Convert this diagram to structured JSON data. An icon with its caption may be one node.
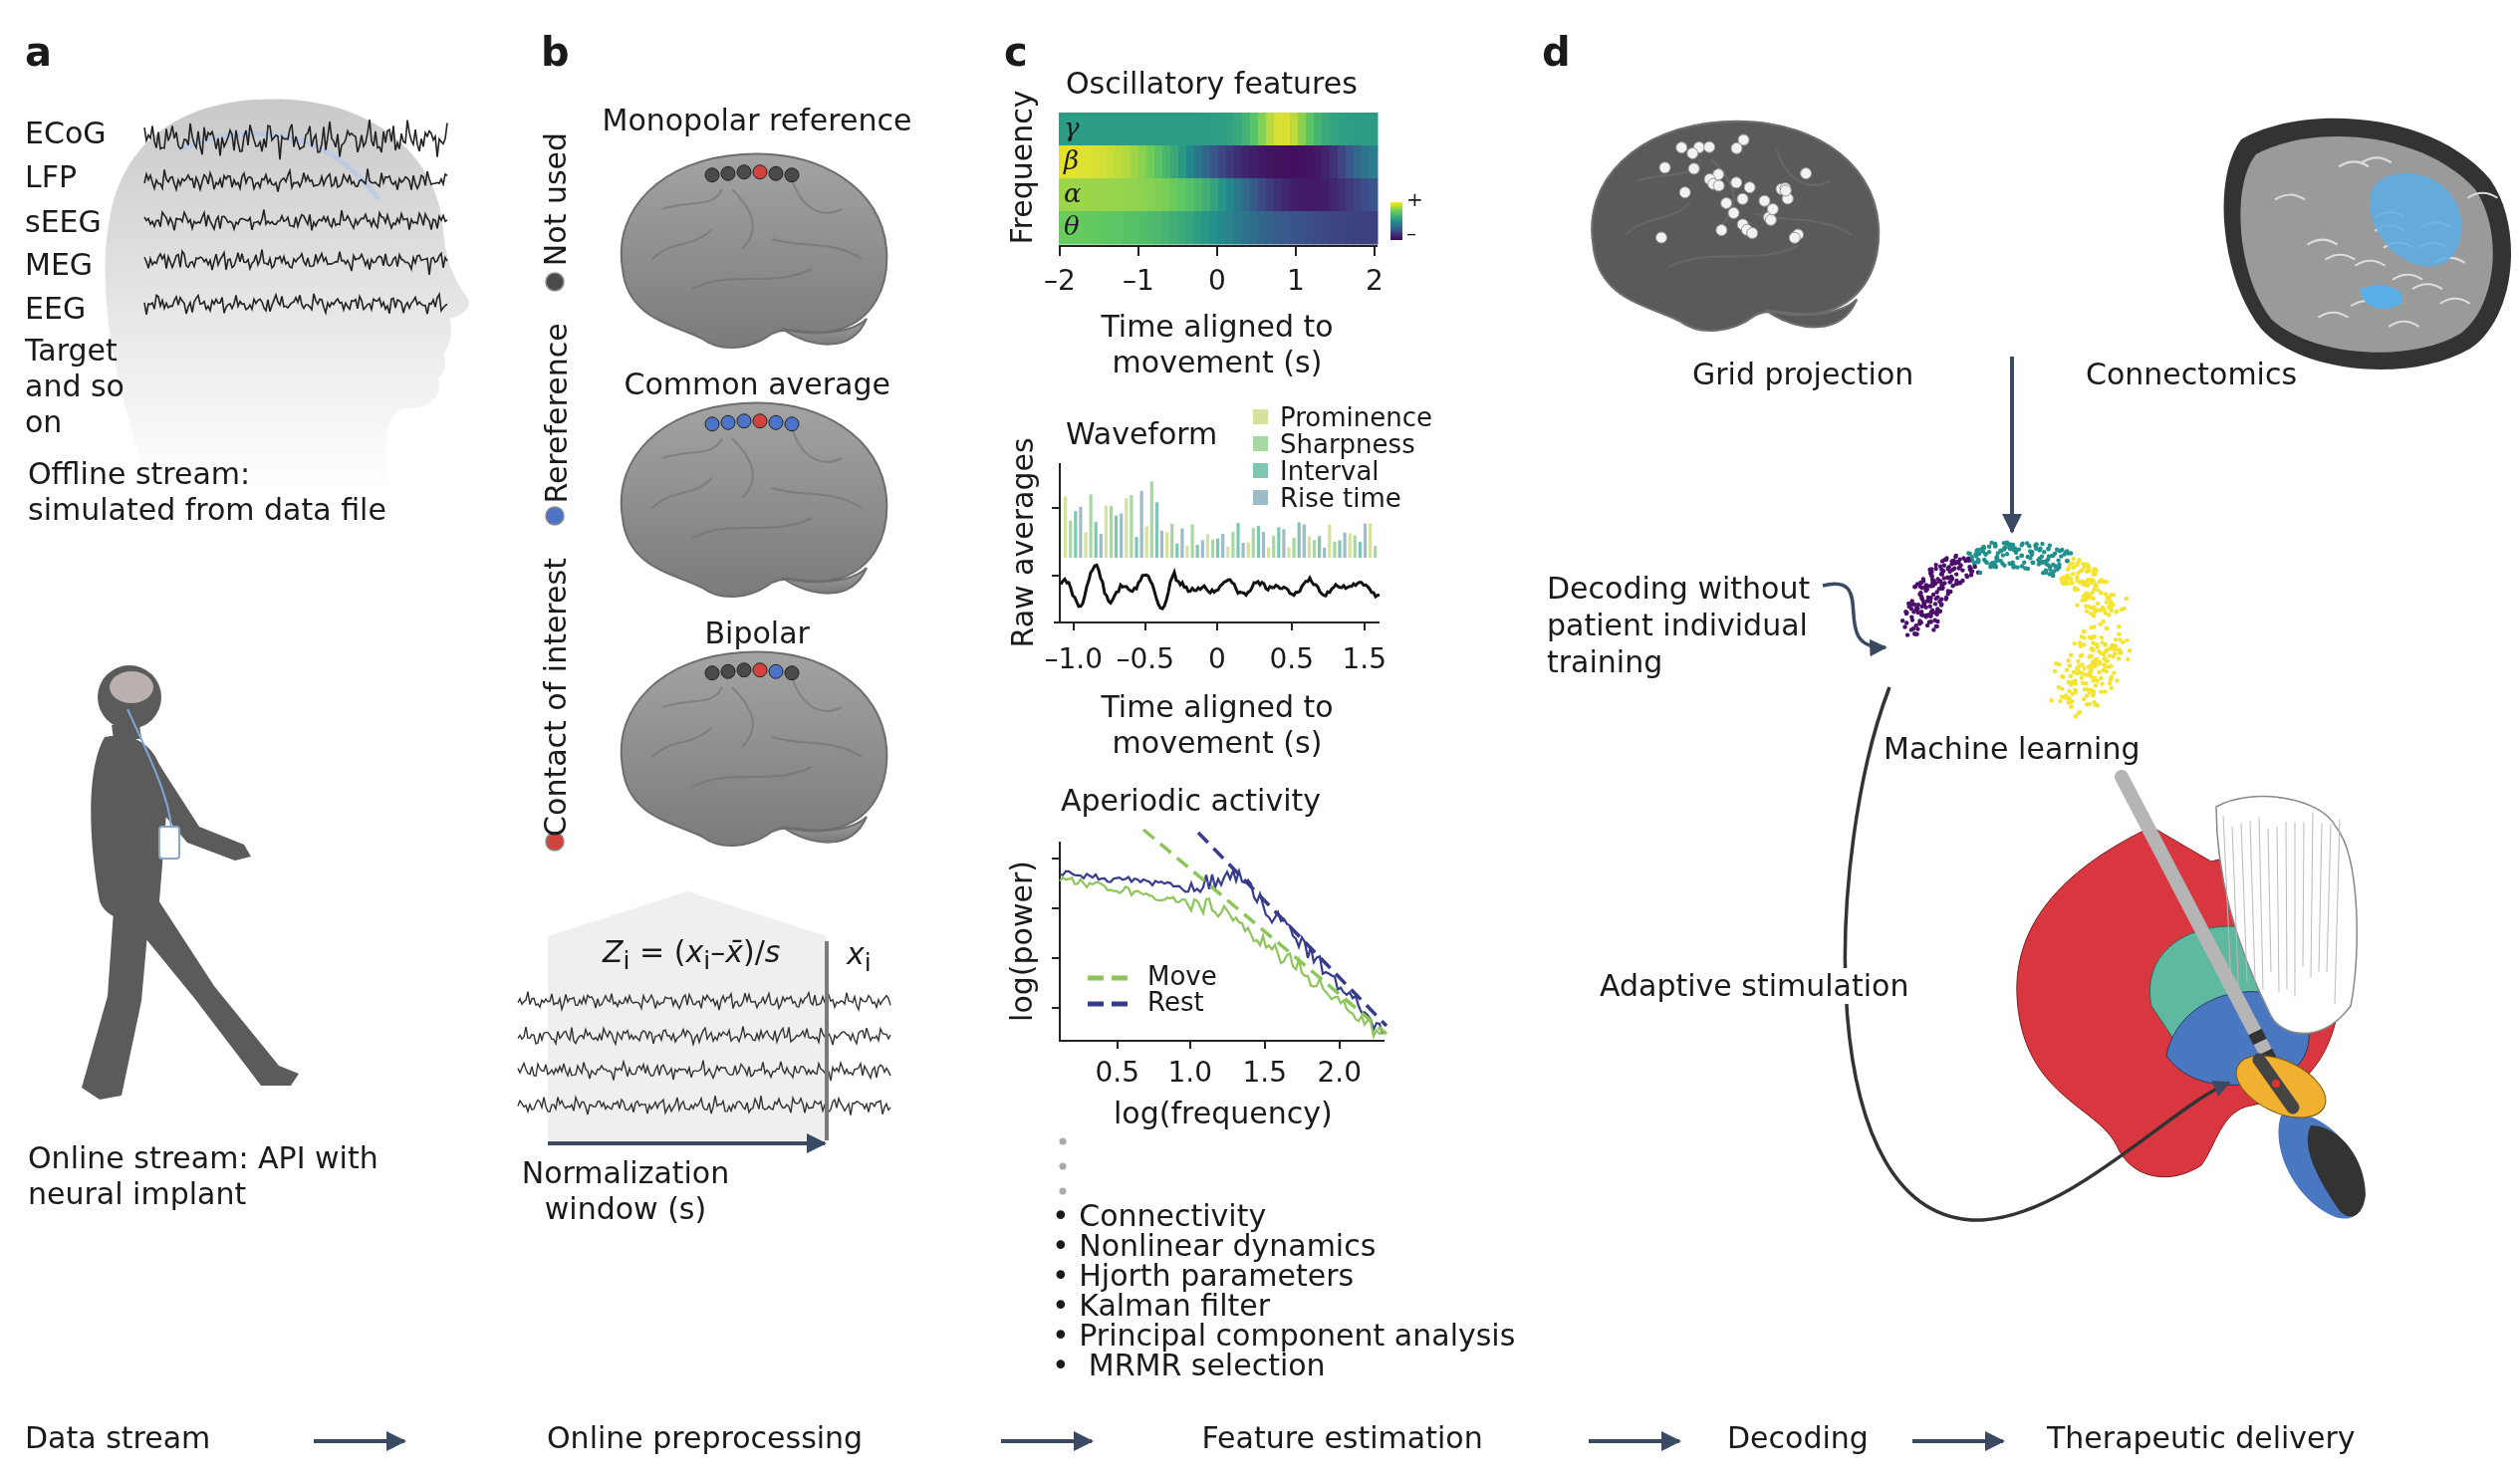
{
  "diagram": {
    "nodes": [
      {
        "text": [
          "Data stream"
        ]
      },
      {
        "text": [
          "Online preprocessing"
        ]
      },
      {
        "text": [
          "Feature estimation"
        ]
      },
      {
        "text": [
          "Decoding"
        ]
      },
      {
        "text": [
          "Therapeutic delivery"
        ]
      },
      {
        "text": [],
        "shape": "picture",
        "beside": [
          "Grid projection",
          "Connectomics"
        ]
      },
      {
        "text": [
          "Decoding without patient individual training"
        ]
      },
      {
        "text": [],
        "shape": "picture",
        "beside": [
          "Machine learning"
        ]
      },
      {
        "text": [],
        "shape": "picture"
      }
    ],
    "edges": [
      {
        "from": 0,
        "to": 1,
        "arrow": "to"
      },
      {
        "from": 1,
        "to": 2,
        "arrow": "to"
      },
      {
        "from": 2,
        "to": 3,
        "arrow": "to"
      },
      {
        "from": 3,
        "to": 4,
        "arrow": "to"
      },
      {
        "from": 5,
        "to": 7,
        "arrow": "to"
      },
      {
        "from": 6,
        "to": 7,
        "arrow": "to"
      },
      {
        "from": 7,
        "to": 8,
        "arrow": "to",
        "label": "Adaptive stimulation"
      }
    ],
    "labels": [
      "a",
      "ECoG",
      "LFP",
      "sEEG",
      "MEG",
      "EEG",
      "Target and so on",
      "Offline stream: simulated from data file",
      "Online stream: API with neural implant",
      "b",
      "Monopolar reference",
      "Not used",
      "Common average",
      "Rereference",
      "Bipolar",
      "Contact of interest",
      "*Z*$_{i}$ = (*x*$_{i}$–*x̄*)/*s*",
      "*x*$_{i}$",
      "Normalization window (s)",
      "c",
      "Oscillatory features",
      "Frequency",
      "γ",
      "β",
      "α",
      "θ",
      "+",
      "–",
      "–2",
      "–1",
      "0",
      "1",
      "2",
      "Time aligned to movement (s)",
      "Waveform",
      "Raw averages",
      "–1.0",
      "–0.5",
      "0",
      "0.5",
      "1.5",
      "Time aligned to movement (s)",
      "Aperiodic activity",
      "log(power)",
      "0.5",
      "1.0",
      "1.5",
      "2.0",
      "log(frequency)",
      "• Connectivity",
      "• Nonlinear dynamics",
      "• Hjorth parameters",
      "• Kalman filter",
      "• Principal component analysis",
      "•  MRMR selection",
      "d"
    ],
    "legend": [
      {
        "text": "Prominence",
        "color": "#d3e29c"
      },
      {
        "text": "Sharpness",
        "color": "#a9d7a4"
      },
      {
        "text": "Interval",
        "color": "#7fc7b3"
      },
      {
        "text": "Rise time",
        "color": "#9dbcc8"
      },
      {
        "text": "Move"
      },
      {
        "text": "Rest"
      }
    ]
  }
}
